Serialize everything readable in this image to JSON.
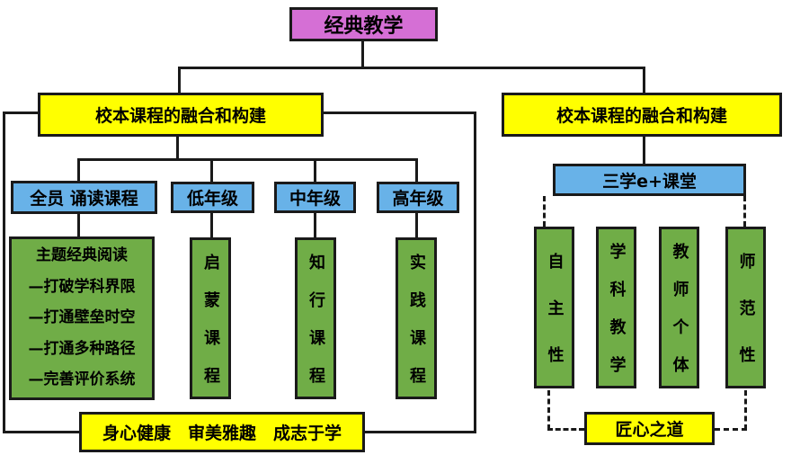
{
  "diagram_title": "经典教学",
  "colors": {
    "root_fill": "#d56fd5",
    "header_fill": "#ffff00",
    "level2_fill": "#68b2e8",
    "leaf_fill": "#70ad47",
    "line": "#1a1a1a"
  },
  "root": {
    "label": "经典教学"
  },
  "left": {
    "header": "校本课程的融合和构建",
    "columns": [
      {
        "header": "全员 诵读课程",
        "body_lines": [
          "主题经典阅读",
          "—打破学科界限",
          "—打通壁垒时空",
          "—打通多种路径",
          "—完善评价系统"
        ]
      },
      {
        "header": "低年级",
        "body": "启蒙课程"
      },
      {
        "header": "中年级",
        "body": "知行课程"
      },
      {
        "header": "高年级",
        "body": "实践课程"
      }
    ],
    "footer": "身心健康　审美雅趣　成志于学"
  },
  "right": {
    "header": "校本课程的融合和构建",
    "subheader": "三学e+课堂",
    "columns": [
      {
        "body": "自主性"
      },
      {
        "body": "学科教学"
      },
      {
        "body": "教师个体"
      },
      {
        "body": "师范性"
      }
    ],
    "footer": "匠心之道"
  }
}
